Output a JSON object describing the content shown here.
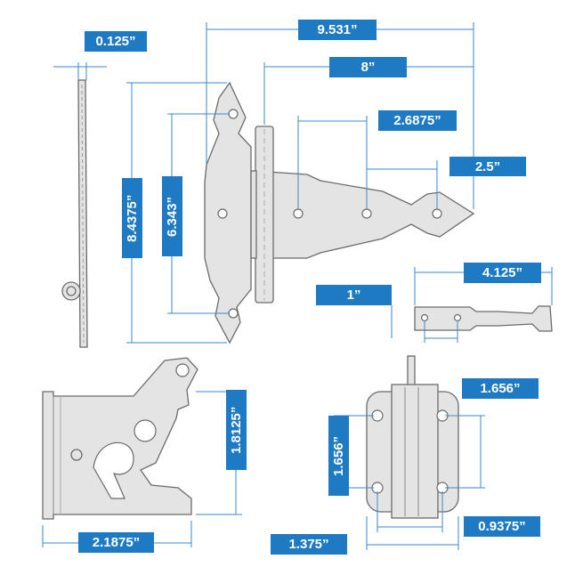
{
  "title": "Gate hardware kit dimensions",
  "colors": {
    "label_bg": "#1f7ac4",
    "part_fill": "#e4e4e4",
    "outline": "#6b6b6b",
    "dimension_line": "#3a8ad0"
  },
  "t_hinge": {
    "thickness": "0.125”",
    "overall_length": "9.531”",
    "strap_length": "8”",
    "hole_spacing": "2.6875”",
    "tip_to_hole": "2.5”",
    "leaf_height": "8.4375”",
    "leaf_hole_spacing": "6.343”"
  },
  "bolt": {
    "length": "4.125”",
    "hole_spacing": "1”"
  },
  "latch": {
    "height": "1.8125”",
    "width": "2.1875”"
  },
  "small_hinge": {
    "height": "1.656”",
    "width_right": "1.656”",
    "hole_spacing": "0.9375”",
    "overall_width": "1.375”"
  }
}
